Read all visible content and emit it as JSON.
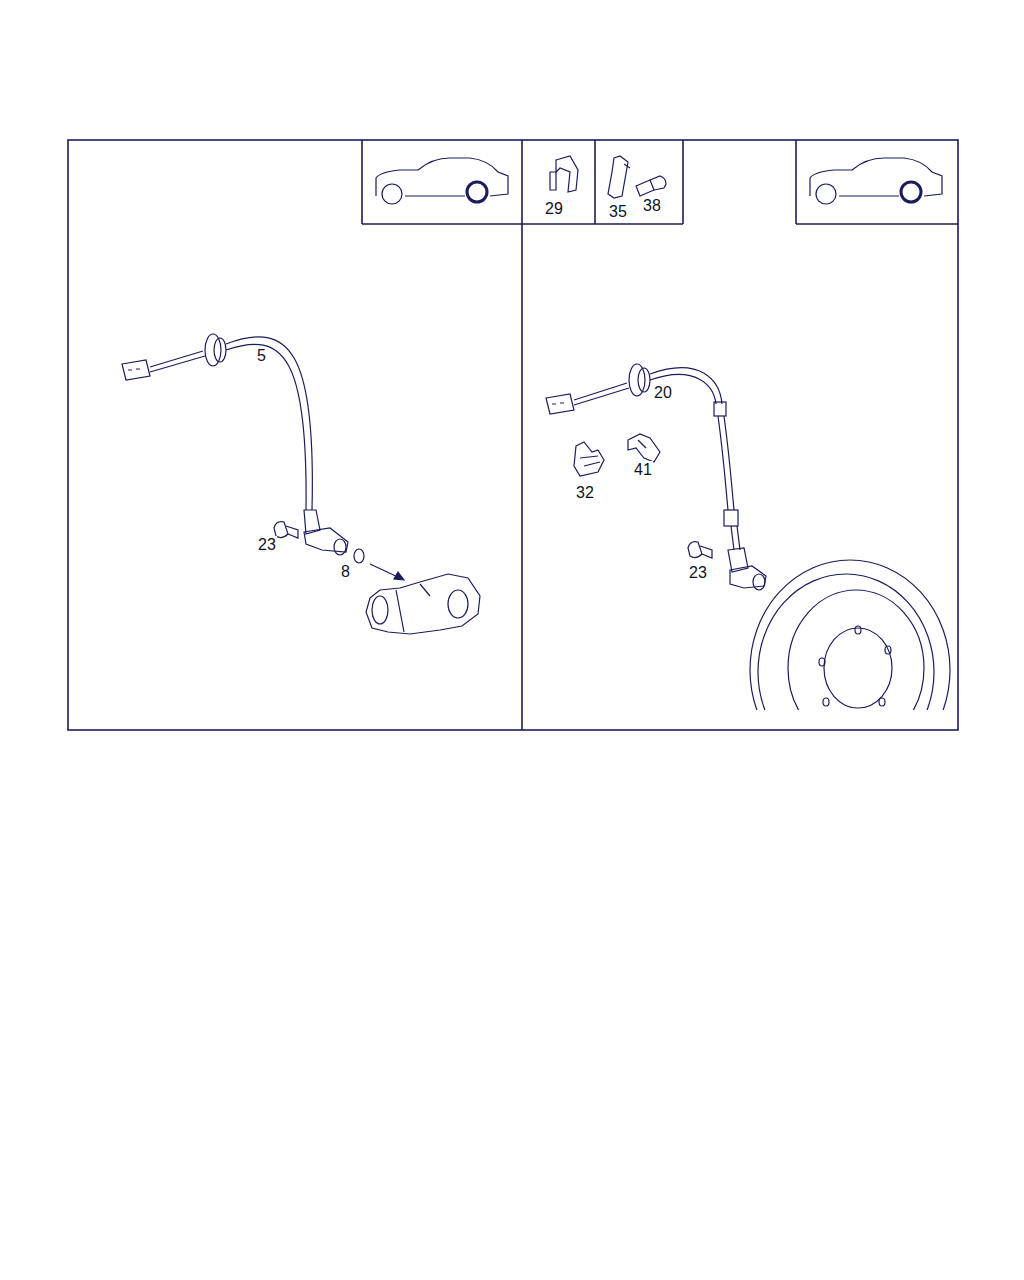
{
  "diagram": {
    "labels": [
      "29",
      "35",
      "38",
      "5",
      "23",
      "8",
      "20",
      "41",
      "32",
      "23"
    ]
  }
}
